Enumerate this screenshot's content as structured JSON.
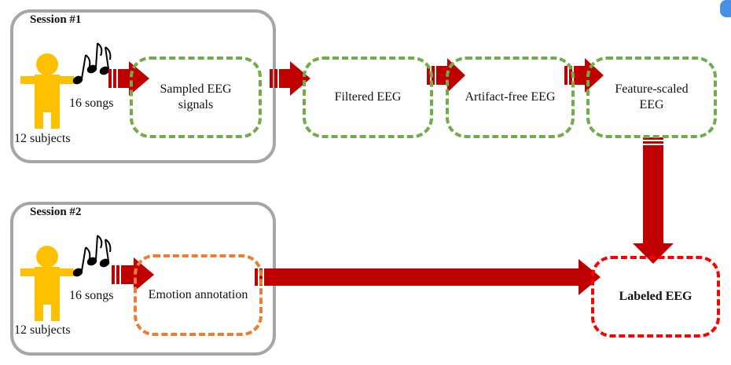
{
  "session1": {
    "title": "Session #1",
    "songs": "16 songs",
    "subjects": "12 subjects"
  },
  "session2": {
    "title": "Session #2",
    "songs": "16 songs",
    "subjects": "12 subjects"
  },
  "boxes": {
    "sampled": "Sampled EEG signals",
    "filtered": "Filtered EEG",
    "artifact_free": "Artifact-free EEG",
    "feature_scaled": "Feature-scaled EEG",
    "emotion_annotation": "Emotion annotation",
    "labeled": "Labeled EEG"
  },
  "colors": {
    "session_border": "#a6a6a6",
    "processing_border": "#70ad47",
    "annotation_border": "#ed7d31",
    "labeled_border": "#ff0000",
    "arrow": "#c00000",
    "person": "#ffc000"
  },
  "icons": [
    "person-icon",
    "music-notes-icon",
    "arrow-icon"
  ]
}
